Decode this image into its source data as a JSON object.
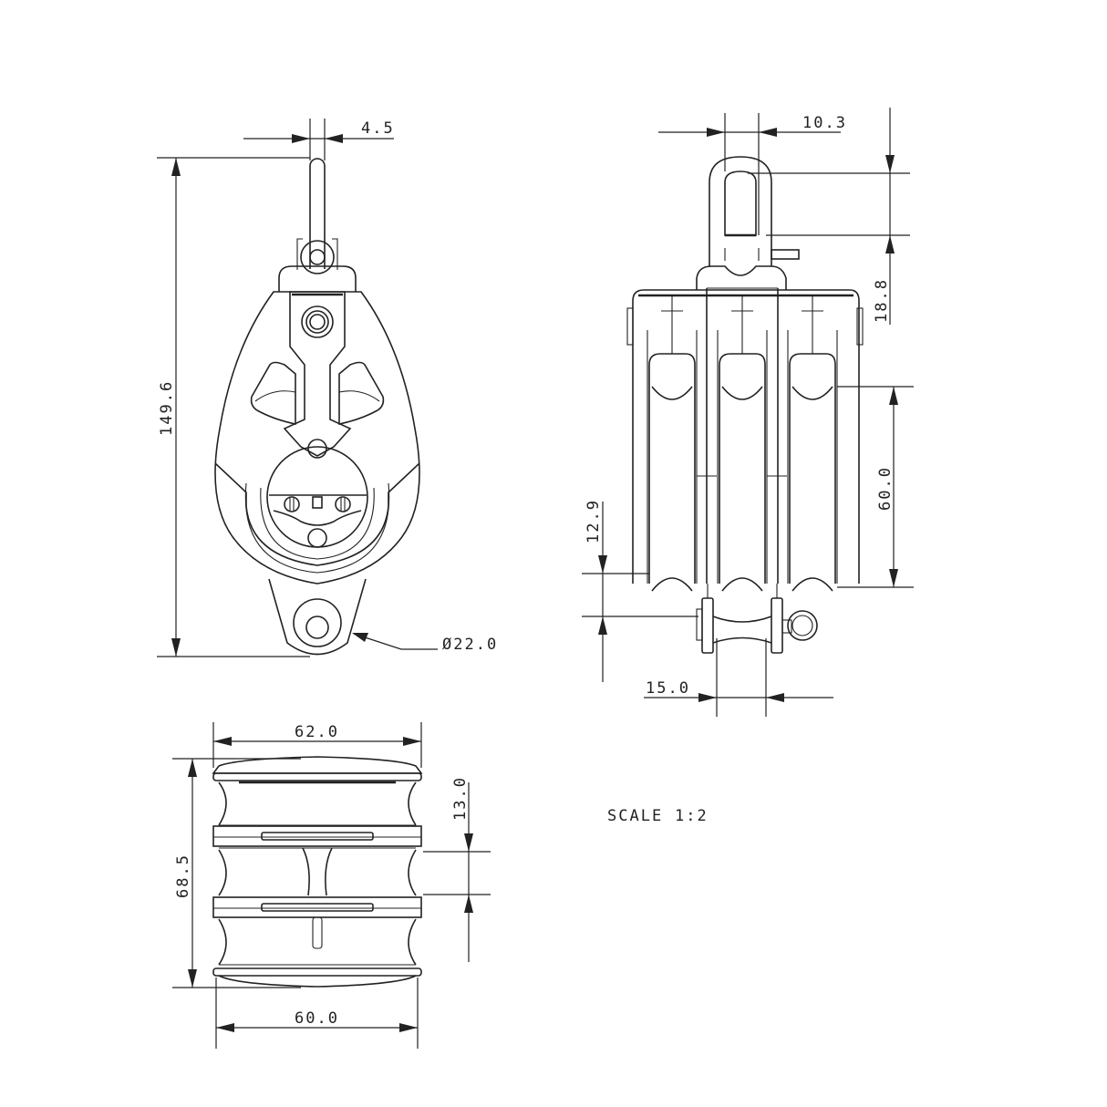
{
  "drawing": {
    "subject": "Triple sheave pulley block with swivel shackle and becket",
    "scale_label": "SCALE",
    "scale_value": "1:2",
    "views": {
      "front": {
        "name": "front-view",
        "dimensions": {
          "shackle_pin_width": "4.5",
          "overall_height": "149.6",
          "becket_diameter": "Ø22.0"
        }
      },
      "side": {
        "name": "side-view",
        "dimensions": {
          "shackle_opening_width": "10.3",
          "shackle_opening_height": "18.8",
          "sheave_diameter": "60.0",
          "becket_offset": "12.9",
          "becket_width": "15.0"
        }
      },
      "top": {
        "name": "top-view",
        "dimensions": {
          "overall_width": "62.0",
          "overall_depth": "68.5",
          "sheave_width": "13.0",
          "sheave_span": "60.0"
        }
      }
    },
    "colors": {
      "line": "#222222",
      "background": "#ffffff"
    }
  }
}
